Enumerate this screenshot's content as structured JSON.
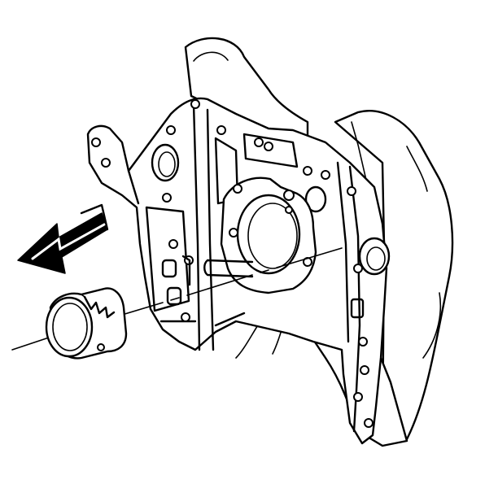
{
  "figure": {
    "colors": {
      "line": "#000000",
      "background": "#ffffff",
      "arrow_fill": "#000000"
    },
    "parts": [
      "engine-block",
      "front-cover-plate",
      "camshaft-bore-gasket",
      "camshaft-bearing",
      "removal-direction-arrow",
      "centerline"
    ],
    "icons": [
      "arrow-left-icon"
    ]
  }
}
